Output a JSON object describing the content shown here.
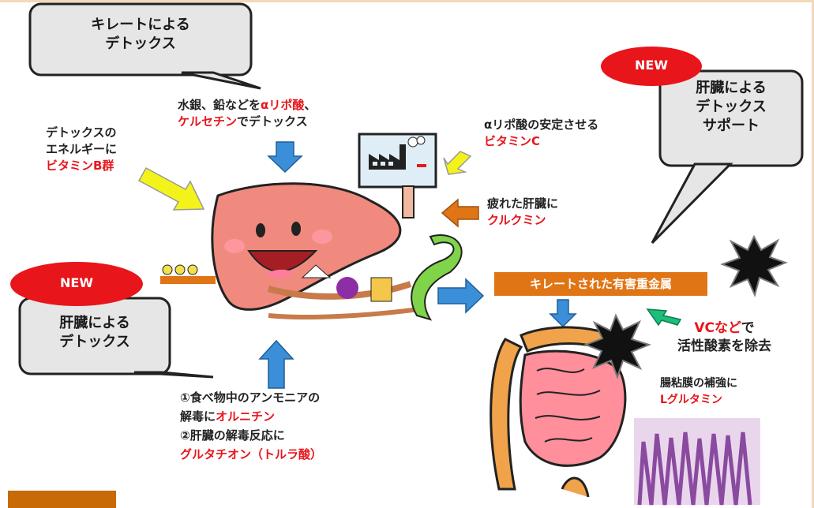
{
  "bubbles": {
    "chelate_detox": {
      "line1": "キレートによる",
      "line2": "デトックス"
    },
    "liver_detox_support": {
      "line1": "肝臓による",
      "line2": "デトックス",
      "line3": "サポート"
    },
    "liver_detox": {
      "line1": "肝臓による",
      "line2": "デトックス"
    }
  },
  "badges": {
    "new_right": "NEW",
    "new_left": "NEW"
  },
  "labels": {
    "mercury": {
      "line1": "水銀、鉛などを",
      "line1_red": "αリポ酸",
      "line1_tail": "、",
      "line2_red": "ケルセチン",
      "line2_tail": "でデトックス"
    },
    "energy": {
      "line1": "デトックスの",
      "line2": "エネルギーに",
      "line3_red": "ビタミンB群"
    },
    "alpha": {
      "line1": "αリポ酸の安定させる",
      "line2_red": "ビタミンC"
    },
    "tired": {
      "line1": "疲れた肝臓に",
      "line2_red": "クルクミン"
    },
    "ammonia": {
      "line1": "①食べ物中のアンモニアの",
      "line2": "解毒に",
      "line2_red": "オルニチン",
      "line3": "②肝臓の解毒反応に",
      "line4_red": "グルタチオン（トルラ酸）"
    },
    "metal": "キレートされた有害重金属",
    "vc": {
      "red": "VCなど",
      "tail": "で",
      "line2": "活性酸素を除去"
    },
    "mucosa": {
      "line1": "腸粘膜の補強に",
      "line2_red": "Lグルタミン"
    }
  },
  "colors": {
    "red": "#e8151b",
    "orange": "#e07515",
    "bubble_fill": "#e6e6e6",
    "arrow_blue": "#3a8fd8",
    "arrow_green": "#1bbf7a"
  }
}
